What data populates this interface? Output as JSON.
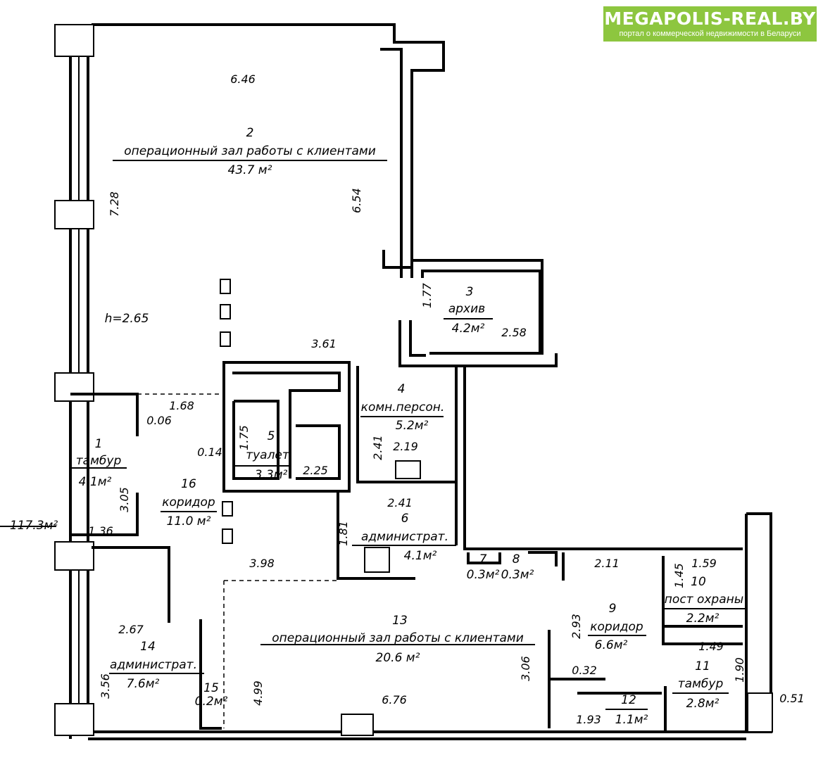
{
  "brand": {
    "title": "MEGAPOLIS-REAL.BY",
    "subtitle": "портал о коммерческой недвижимости в Беларуси",
    "color": "#8dc63f"
  },
  "plan": {
    "total_area": "117.3м²",
    "ceiling_height": "h=2.65",
    "rooms": [
      {
        "num": "1",
        "name": "тамбур",
        "area": "4.1м²"
      },
      {
        "num": "2",
        "name": "операционный зал работы с клиентами",
        "area": "43.7 м²"
      },
      {
        "num": "3",
        "name": "архив",
        "area": "4.2м²"
      },
      {
        "num": "4",
        "name": "комн.персон.",
        "area": "5.2м²"
      },
      {
        "num": "5",
        "name": "туалет",
        "area": "3.3м²"
      },
      {
        "num": "6",
        "name": "администрат.",
        "area": "4.1м²"
      },
      {
        "num": "7",
        "name": "",
        "area": "0.3м²"
      },
      {
        "num": "8",
        "name": "",
        "area": "0.3м²"
      },
      {
        "num": "9",
        "name": "коридор",
        "area": "6.6м²"
      },
      {
        "num": "10",
        "name": "пост охраны",
        "area": "2.2м²"
      },
      {
        "num": "11",
        "name": "тамбур",
        "area": "2.8м²"
      },
      {
        "num": "12",
        "name": "",
        "area": "1.1м²"
      },
      {
        "num": "13",
        "name": "операционный зал работы с клиентами",
        "area": "20.6 м²"
      },
      {
        "num": "14",
        "name": "администрат.",
        "area": "7.6м²"
      },
      {
        "num": "15",
        "name": "",
        "area": "0.2м²"
      },
      {
        "num": "16",
        "name": "коридор",
        "area": "11.0 м²"
      }
    ],
    "dimensions": [
      "6.46",
      "7.28",
      "6.54",
      "1.77",
      "2.58",
      "3.61",
      "1.68",
      "0.06",
      "0.14",
      "1.75",
      "2.25",
      "2.41",
      "2.19",
      "3.05",
      "1.36",
      "2.41",
      "1.81",
      "3.98",
      "2.11",
      "1.45",
      "1.59",
      "2.93",
      "1.49",
      "1.90",
      "0.51",
      "3.06",
      "0.32",
      "1.93",
      "2.67",
      "3.56",
      "4.99",
      "6.76"
    ]
  }
}
